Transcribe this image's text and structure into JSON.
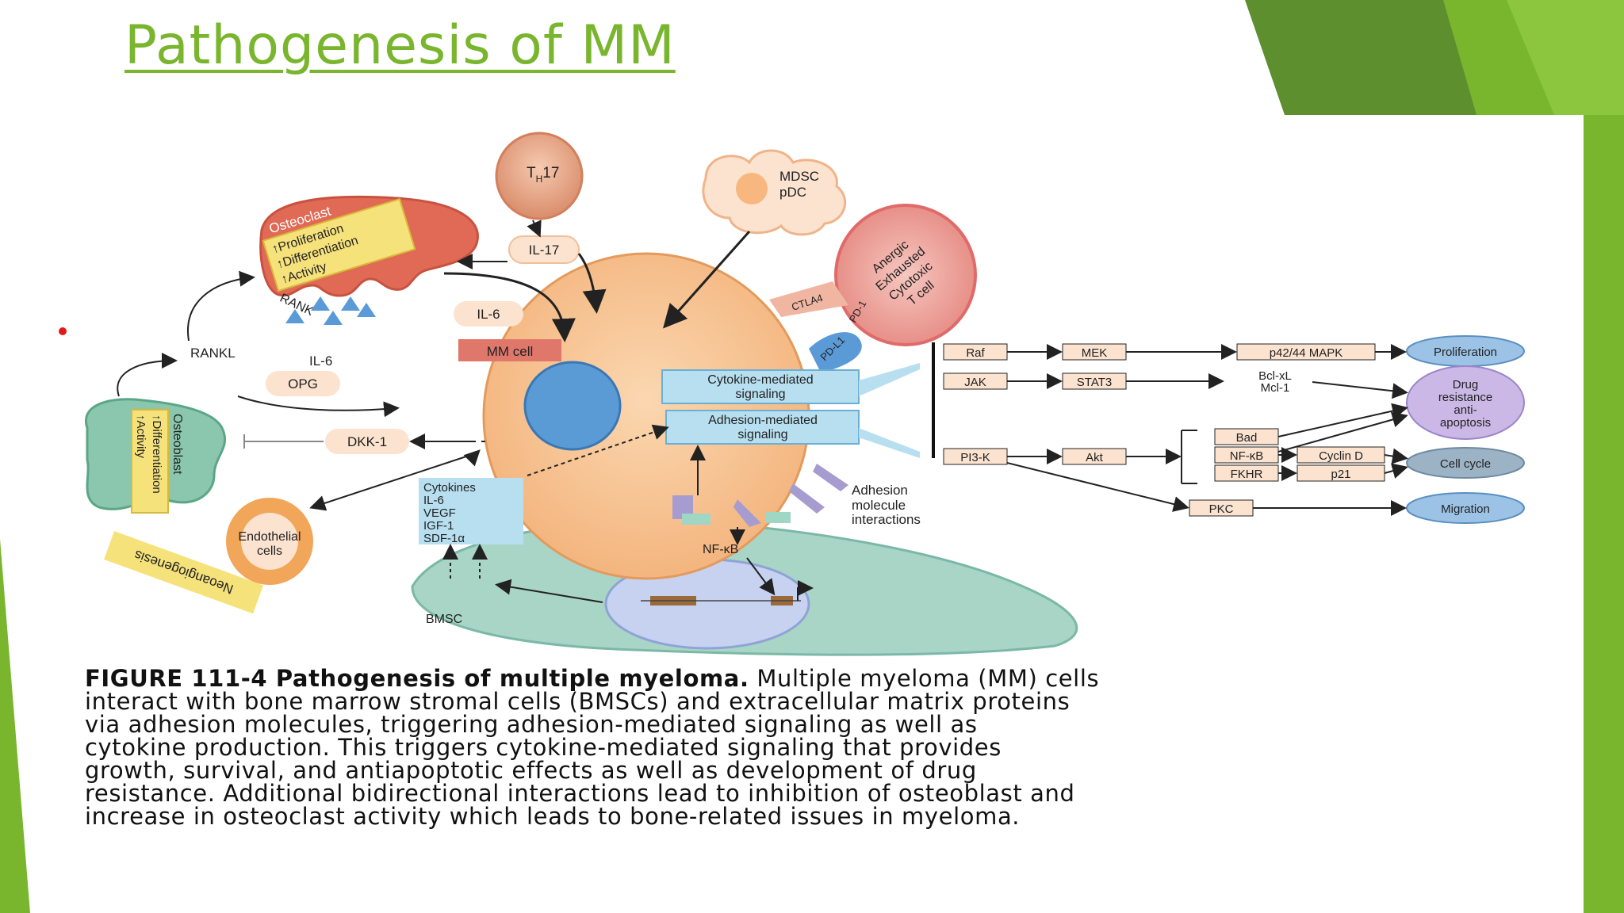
{
  "slide": {
    "title": "Pathogenesis of MM",
    "accent_color": "#7ab52e",
    "bullet_color": "#e01a1a"
  },
  "diagram": {
    "th17": {
      "label_main": "T",
      "label_sub": "H",
      "label_suffix": "17"
    },
    "mdsc_label": "MDSC",
    "pdc_label": "pDC",
    "il17": "IL-17",
    "il6_top": "IL-6",
    "il6_mid": "IL-6",
    "mm_cell": "MM cell",
    "osteoclast": {
      "title": "Osteoclast",
      "items": [
        "↑Proliferation",
        "↑Differentiation",
        "↑Activity"
      ]
    },
    "rank": "RANK",
    "rankl": "RANKL",
    "opg": "OPG",
    "dkk1": "DKK-1",
    "osteoblast": {
      "title": "Osteoblast",
      "items": [
        "↑Differentiation",
        "↑Activity"
      ]
    },
    "endothelial": [
      "Endothelial",
      "cells"
    ],
    "neoangiogenesis": "Neoangiogenesis",
    "tcell": [
      "Anergic",
      "Exhausted",
      "Cytotoxic",
      "T cell"
    ],
    "ctla4": "CTLA4",
    "pd1": "PD-1",
    "pdl1": "PD-L1",
    "cytokine_signaling": [
      "Cytokine-mediated",
      "signaling"
    ],
    "adhesion_signaling": [
      "Adhesion-mediated",
      "signaling"
    ],
    "cytokines_box": [
      "Cytokines",
      "IL-6",
      "VEGF",
      "IGF-1",
      "SDF-1α"
    ],
    "adhesion_interactions": [
      "Adhesion",
      "molecule",
      "interactions"
    ],
    "nfkb": "NF-κB",
    "bmsc": "BMSC",
    "pathway": {
      "raf": "Raf",
      "mek": "MEK",
      "mapk": "p42/44 MAPK",
      "proliferation": "Proliferation",
      "jak": "JAK",
      "stat3": "STAT3",
      "bcl": "Bcl-xL",
      "mcl": "Mcl-1",
      "drug": [
        "Drug",
        "resistance",
        "anti-",
        "apoptosis"
      ],
      "pi3k": "PI3-K",
      "akt": "Akt",
      "bad": "Bad",
      "nfkb": "NF-κB",
      "cyclin": "Cyclin D",
      "fkhr": "FKHR",
      "p21": "p21",
      "cellcycle": "Cell cycle",
      "pkc": "PKC",
      "migration": "Migration"
    }
  },
  "caption": {
    "lead": "FIGURE 111-4 Pathogenesis of multiple myeloma.",
    "lines": [
      " Multiple myeloma (MM) cells",
      "interact with bone marrow stromal cells (BMSCs) and extracellular matrix proteins",
      "via adhesion molecules, triggering adhesion-mediated signaling as well as",
      "cytokine production. This triggers cytokine-mediated signaling that provides",
      "growth, survival, and antiapoptotic effects as well as development of drug",
      "resistance. Additional bidirectional interactions lead to inhibition of osteoblast and",
      "increase in osteoclast activity which leads to bone-related issues in myeloma."
    ]
  }
}
